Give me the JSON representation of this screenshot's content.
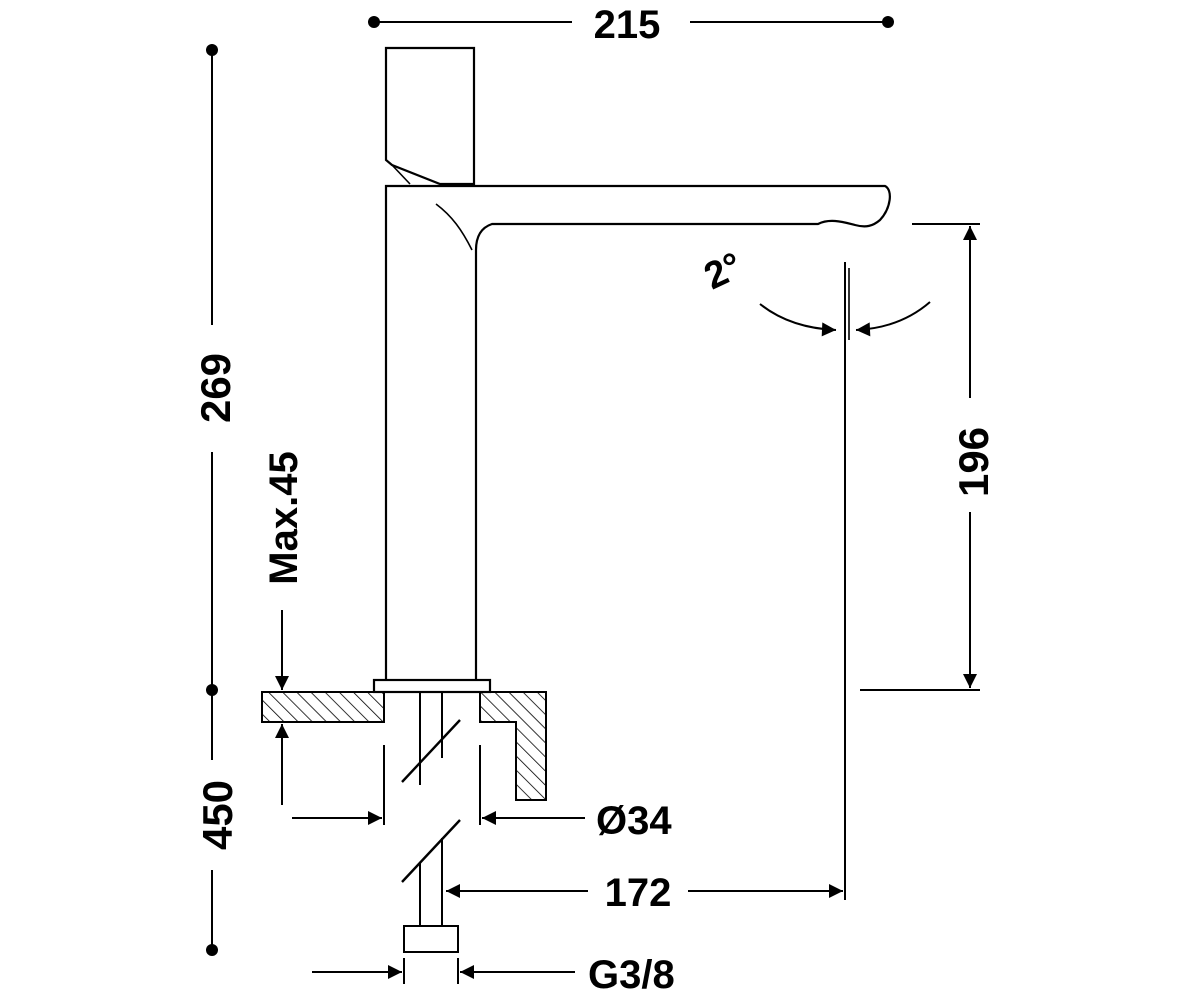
{
  "dimensions": {
    "width": "215",
    "total_height": "269",
    "under_counter": "450",
    "counter_max": "Max.45",
    "spout_height": "196",
    "spout_angle": "2°",
    "hole_diameter": "Ø34",
    "spout_reach": "172",
    "connection": "G3/8"
  },
  "colors": {
    "line": "#000000",
    "background": "#ffffff"
  }
}
